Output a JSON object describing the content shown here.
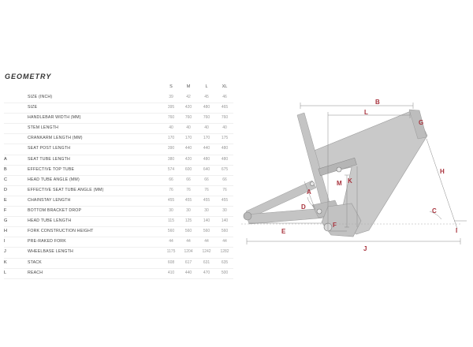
{
  "title": "GEOMETRY",
  "sizes": [
    "S",
    "M",
    "L",
    "XL"
  ],
  "rows": [
    {
      "letter": "",
      "label": "SIZE (INCH)",
      "values": [
        "39",
        "42",
        "45",
        "46"
      ]
    },
    {
      "letter": "",
      "label": "SIZE",
      "values": [
        "395",
        "420",
        "480",
        "465"
      ]
    },
    {
      "letter": "",
      "label": "HANDLEBAR WIDTH (MM)",
      "values": [
        "760",
        "760",
        "760",
        "760"
      ]
    },
    {
      "letter": "",
      "label": "STEM LENGTH",
      "values": [
        "40",
        "40",
        "40",
        "40"
      ]
    },
    {
      "letter": "",
      "label": "CRANKARM LENGTH (MM)",
      "values": [
        "170",
        "170",
        "170",
        "175"
      ]
    },
    {
      "letter": "",
      "label": "SEAT POST LENGTH",
      "values": [
        "390",
        "440",
        "440",
        "480"
      ]
    },
    {
      "letter": "A",
      "label": "SEAT TUBE LENGTH",
      "values": [
        "380",
        "420",
        "480",
        "480"
      ]
    },
    {
      "letter": "B",
      "label": "EFFECTIVE TOP TUBE",
      "values": [
        "574",
        "600",
        "640",
        "675"
      ]
    },
    {
      "letter": "C",
      "label": "HEAD TUBE ANGLE (MM)",
      "values": [
        "66",
        "66",
        "66",
        "66"
      ]
    },
    {
      "letter": "D",
      "label": "EFFECTIVE SEAT TUBE ANGLE (MM)",
      "values": [
        "76",
        "76",
        "76",
        "76"
      ]
    },
    {
      "letter": "E",
      "label": "CHAINSTAY LENGTH",
      "values": [
        "455",
        "455",
        "455",
        "455"
      ]
    },
    {
      "letter": "F",
      "label": "BOTTOM BRACKET DROP",
      "values": [
        "30",
        "30",
        "30",
        "30"
      ]
    },
    {
      "letter": "G",
      "label": "HEAD TUBE LENGTH",
      "values": [
        "115",
        "125",
        "140",
        "140"
      ]
    },
    {
      "letter": "H",
      "label": "FORK CONSTRUCTION HEIGHT",
      "values": [
        "560",
        "560",
        "560",
        "560"
      ]
    },
    {
      "letter": "I",
      "label": "PRE-RAKED FORK",
      "values": [
        "44",
        "44",
        "44",
        "44"
      ]
    },
    {
      "letter": "J",
      "label": "WHEELBASE LENGTH",
      "values": [
        "1175",
        "1204",
        "1242",
        "1282"
      ]
    },
    {
      "letter": "K",
      "label": "STACK",
      "values": [
        "608",
        "617",
        "631",
        "635"
      ]
    },
    {
      "letter": "L",
      "label": "REACH",
      "values": [
        "410",
        "440",
        "470",
        "500"
      ]
    }
  ],
  "diagram": {
    "labels": [
      "A",
      "B",
      "C",
      "D",
      "E",
      "F",
      "G",
      "H",
      "I",
      "J",
      "K",
      "L",
      "M"
    ],
    "frame_color": "#c6c6c6",
    "accent_color": "#a8323c"
  }
}
